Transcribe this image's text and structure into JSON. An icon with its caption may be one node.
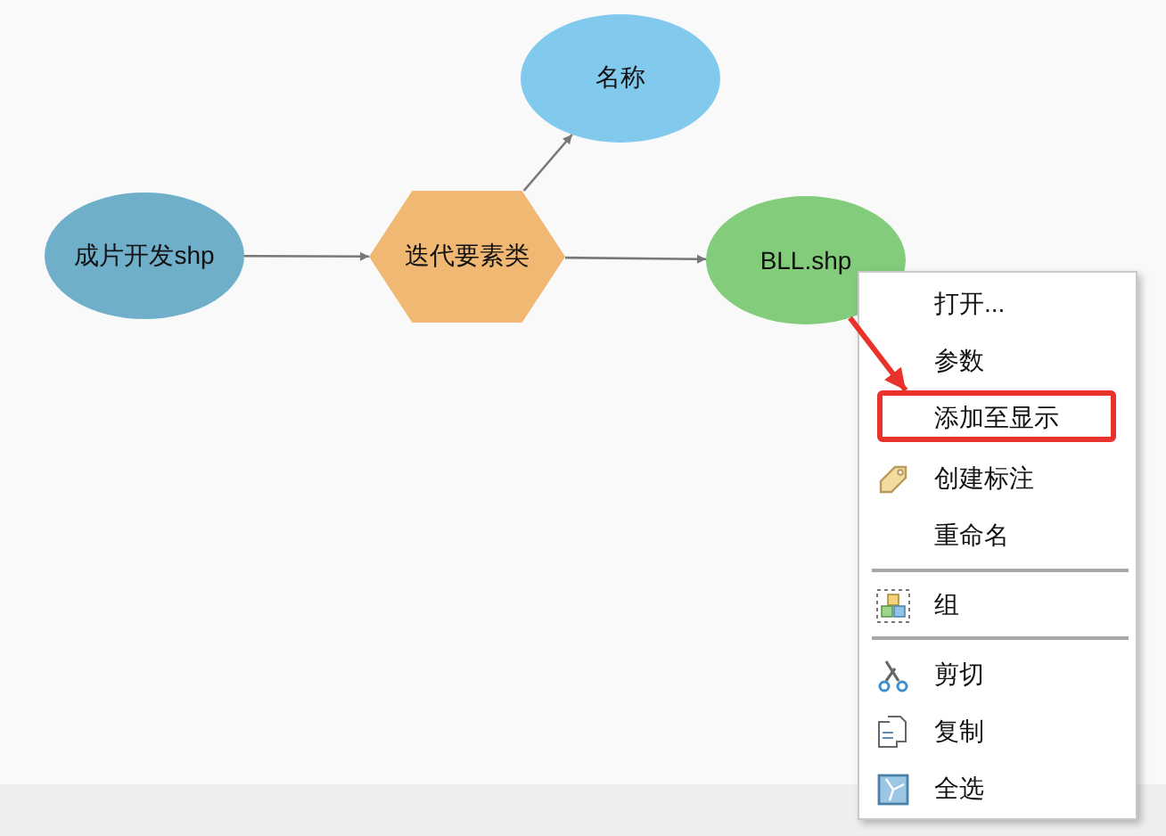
{
  "diagram": {
    "nodes": [
      {
        "text": [
          "成片开发shp"
        ]
      },
      {
        "text": [
          "迭代要素类"
        ]
      },
      {
        "text": [
          "名称"
        ]
      },
      {
        "text": [
          "BLL.shp"
        ]
      },
      {
        "text": [
          "打开...",
          "参数",
          "创建标注",
          "重命名",
          "组",
          "剪切",
          "复制",
          "全选"
        ]
      },
      {
        "text": [
          "添加至显示"
        ],
        "in": 4
      }
    ],
    "edges": [
      {
        "from": 0,
        "to": 1,
        "arrow": "to"
      },
      {
        "from": 1,
        "to": 2,
        "arrow": "to"
      },
      {
        "from": 1,
        "to": 3,
        "arrow": "to"
      },
      {
        "from": 3,
        "to": 5,
        "arrow": "to",
        "style": "thick",
        "color": "#e8322b"
      }
    ]
  }
}
